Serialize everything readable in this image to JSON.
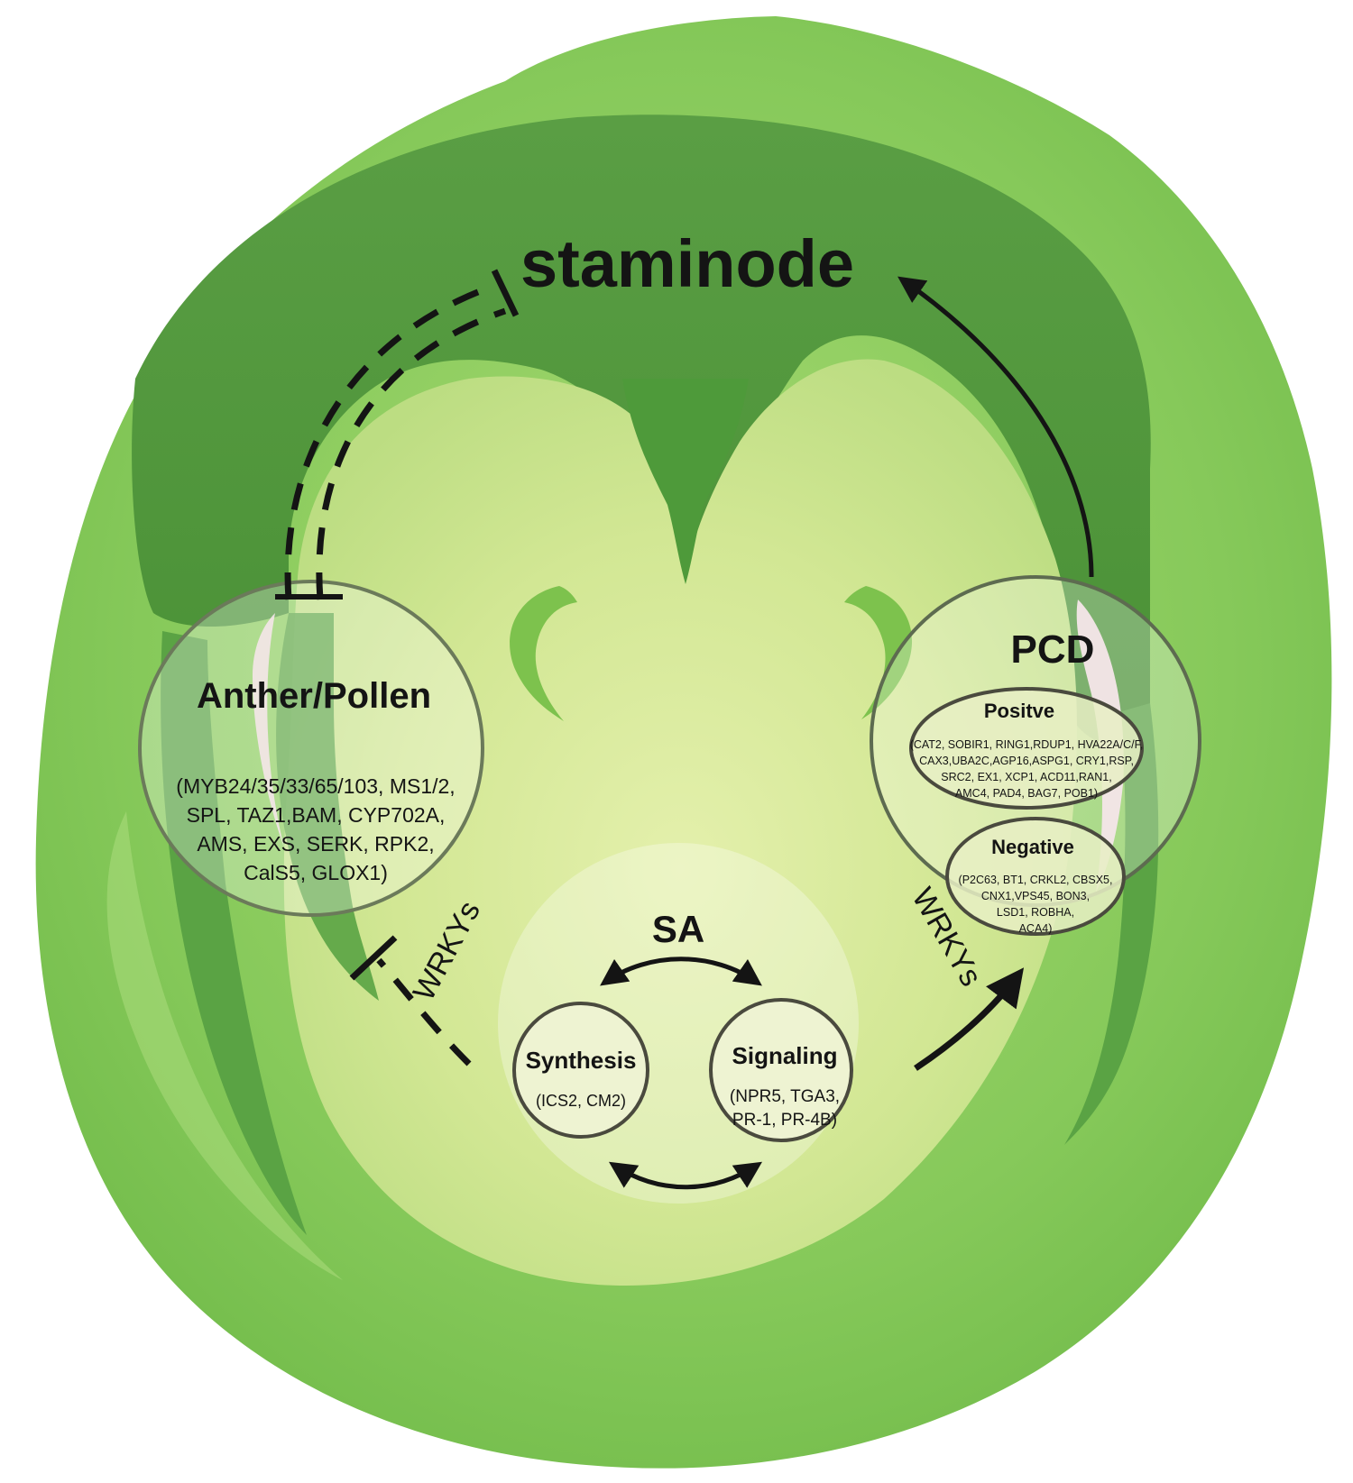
{
  "title": "staminode",
  "anther": {
    "label": "Anther/Pollen",
    "genes": [
      "(MYB24/35/33/65/103, MS1/2,",
      "SPL, TAZ1,BAM, CYP702A,",
      "AMS, EXS, SERK, RPK2,",
      "CalS5, GLOX1)"
    ]
  },
  "pcd": {
    "label": "PCD",
    "positive": {
      "label": "Positve",
      "genes": [
        "(CAT2, SOBIR1, RING1,RDUP1, HVA22A/C/F,",
        "CAX3,UBA2C,AGP16,ASPG1, CRY1,RSP,",
        "SRC2, EX1, XCP1, ACD11,RAN1,",
        "AMC4, PAD4, BAG7, POB1)"
      ]
    },
    "negative": {
      "label": "Negative",
      "genes": [
        "(P2C63, BT1, CRKL2, CBSX5,",
        "CNX1,VPS45, BON3,",
        "LSD1, ROBHA,",
        "ACA4)"
      ]
    }
  },
  "sa": {
    "label": "SA",
    "synthesis": {
      "label": "Synthesis",
      "genes": [
        "(ICS2, CM2)"
      ]
    },
    "signaling": {
      "label": "Signaling",
      "genes": [
        "(NPR5, TGA3,",
        "PR-1, PR-4B)"
      ]
    }
  },
  "wrky_left": "WRKYs",
  "wrky_right": "WRKYs",
  "colors": {
    "light_green": "#8fcf5f",
    "dark_green": "#4e9a3a",
    "center_green": "#d6e89a",
    "ink": "#141414"
  }
}
